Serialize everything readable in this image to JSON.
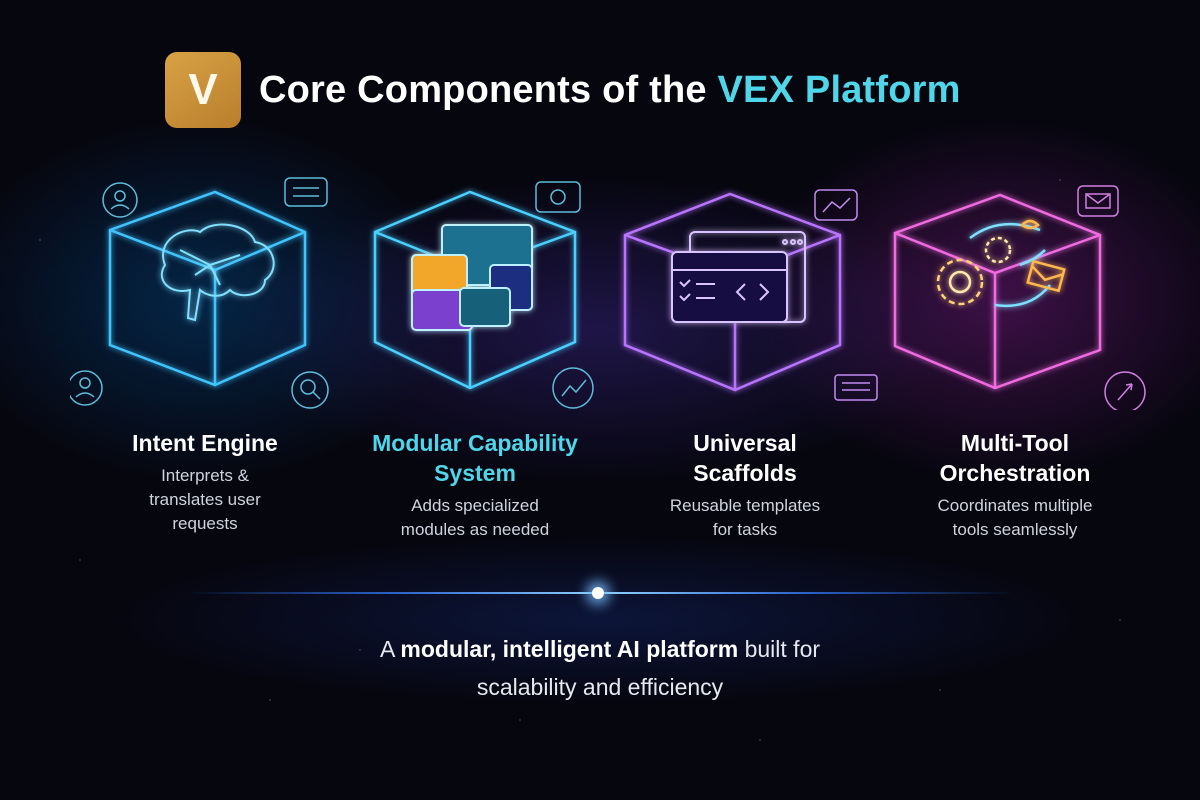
{
  "header": {
    "logo_letter": "V",
    "title_prefix": "Core Components of the ",
    "title_accent": "VEX Platform"
  },
  "colors": {
    "accent_cyan": "#4fd6e8",
    "logo_gold": "#d8a245",
    "background": "#06060f",
    "cube_blue": "#2fb8ff",
    "cube_violet": "#6a6cff",
    "cube_purple": "#b45cff",
    "cube_pink": "#f06ae0"
  },
  "components": [
    {
      "title": "Intent Engine",
      "description": "Interprets & translates user requests",
      "desc_lines": [
        "Interprets &",
        "translates user",
        "requests"
      ],
      "title_color": "#ffffff",
      "icon": "brain-network-icon",
      "satellite_icons": [
        "user-icon",
        "chat-icon",
        "user-icon",
        "search-icon"
      ]
    },
    {
      "title": "Modular Capability System",
      "description": "Adds specialized modules as needed",
      "desc_lines": [
        "Adds specialized",
        "modules as needed"
      ],
      "title_color": "#4fd6e8",
      "icon": "puzzle-icon",
      "satellite_icons": [
        "gear-icon",
        "trend-chart-icon"
      ]
    },
    {
      "title": "Universal Scaffolds",
      "description": "Reusable templates for tasks",
      "desc_lines": [
        "Reusable templates",
        "for tasks"
      ],
      "title_color": "#ffffff",
      "icon": "code-window-icon",
      "satellite_icons": [
        "monitor-chart-icon",
        "laptop-icon"
      ]
    },
    {
      "title": "Multi-Tool Orchestration",
      "description": "Coordinates multiple tools seamlessly",
      "desc_lines": [
        "Coordinates multiple",
        "tools seamlessly"
      ],
      "title_color": "#ffffff",
      "icon": "gears-cycle-icon",
      "satellite_icons": [
        "mail-icon",
        "rocket-icon"
      ]
    }
  ],
  "tagline": {
    "prefix": "A ",
    "bold": "modular, intelligent AI platform",
    "suffix": " built for",
    "line2": "scalability and efficiency"
  }
}
